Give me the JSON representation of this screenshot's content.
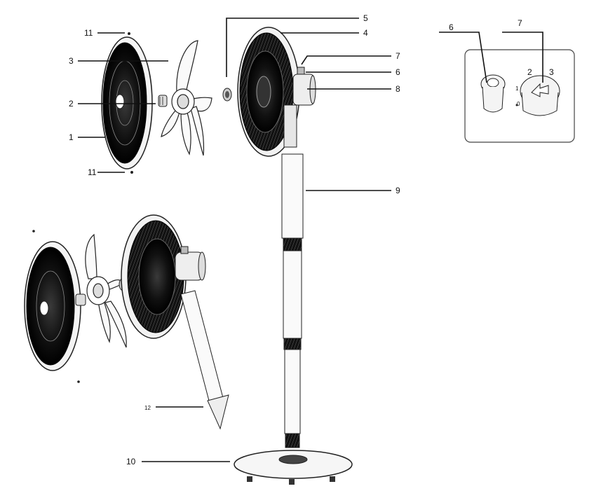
{
  "labels": {
    "grill_back": "1",
    "spinner": "2",
    "grill_front": "3",
    "back_grill": "4",
    "blade_nut": "5",
    "shaft_sleeve": "6",
    "knob": "7",
    "motor": "8",
    "pole": "9",
    "base": "10",
    "clip_top": "11",
    "clip_bottom": "11",
    "pole_connector": "12",
    "detail_6": "6",
    "detail_7": "7",
    "knob_pos_1": "1",
    "knob_pos_2": "2",
    "knob_pos_3": "3",
    "knob_pos_0": "0"
  }
}
